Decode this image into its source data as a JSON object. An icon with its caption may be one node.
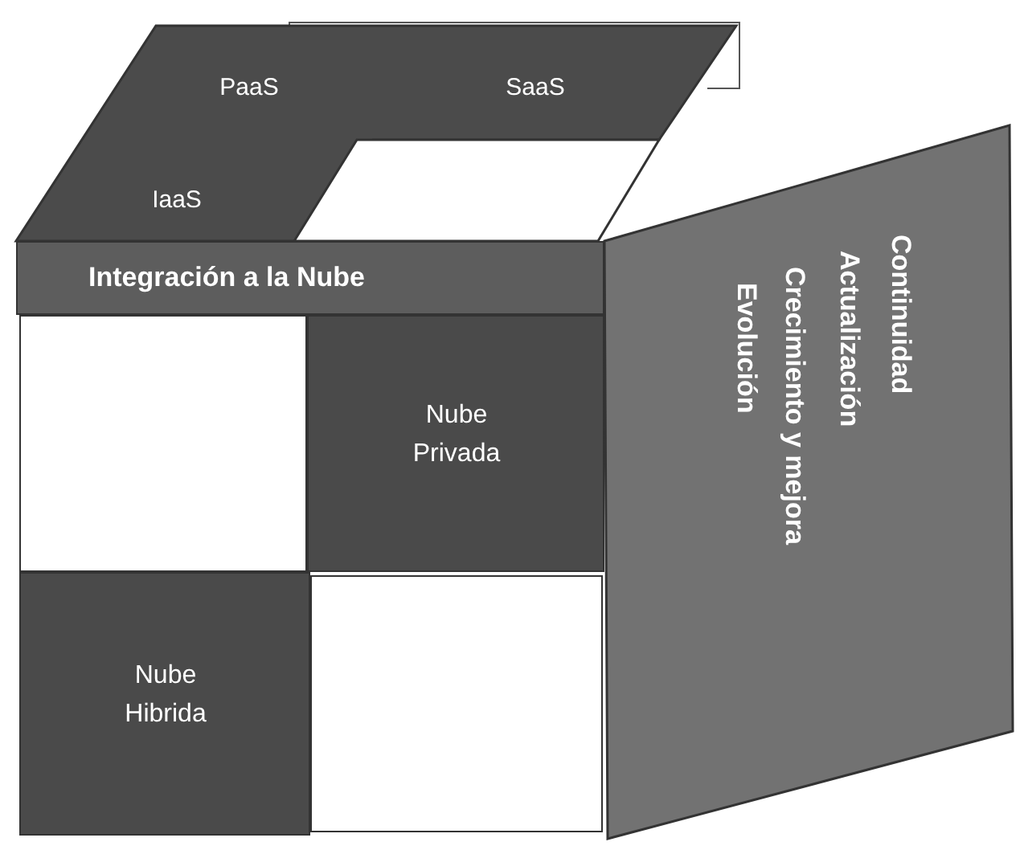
{
  "diagram": {
    "nodes": [
      {
        "text": [
          "PaaS",
          "SaaS",
          "IaaS"
        ]
      },
      {
        "text": [],
        "shape": "box"
      },
      {
        "text": [
          "Integración a la Nube"
        ]
      },
      {
        "text": [],
        "shape": "box"
      },
      {
        "text": [
          "Nube Privada"
        ]
      },
      {
        "text": [
          "Nube Hibrida"
        ]
      },
      {
        "text": [],
        "shape": "box"
      },
      {
        "text": [
          "Continuidad",
          "Actualización",
          "Crecimiento y mejora",
          "Evolución"
        ]
      }
    ]
  }
}
